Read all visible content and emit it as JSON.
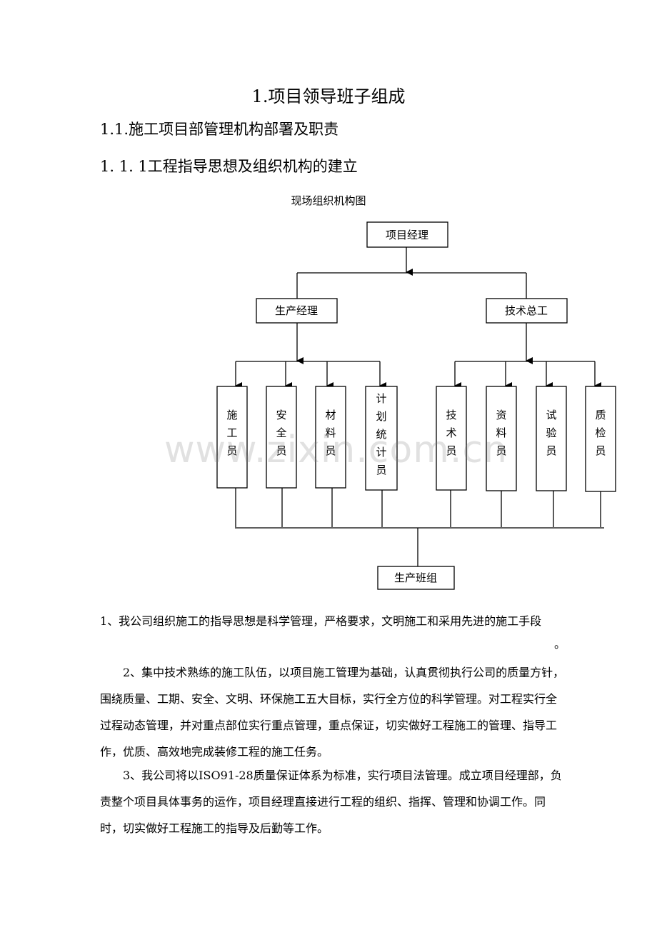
{
  "heading_1": "1.项目领导班子组成",
  "heading_2": "1.1.施工项目部管理机构部署及职责",
  "heading_3": "1. 1. 1工程指导思想及组织机构的建立",
  "diagram": {
    "caption": "现场组织机构图",
    "top": "项目经理",
    "left_manager": "生产经理",
    "right_manager": "技术总工",
    "left_roles": [
      [
        "施",
        "工",
        "员"
      ],
      [
        "安",
        "全",
        "员"
      ],
      [
        "材",
        "料",
        "员"
      ],
      [
        "计",
        "划",
        "统",
        "计",
        "员"
      ]
    ],
    "right_roles": [
      [
        "技",
        "术",
        "员"
      ],
      [
        "资",
        "料",
        "员"
      ],
      [
        "试",
        "验",
        "员"
      ],
      [
        "质",
        "检",
        "员"
      ]
    ],
    "bottom": "生产班组"
  },
  "watermark": "www.zixin.com.cn",
  "paragraphs": {
    "p1": "1、我公司组织施工的指导思想是科学管理，严格要求，文明施工和采用先进的施工手段",
    "p1_end": "。",
    "p2": "2、集中技术熟练的施工队伍，以项目施工管理为基础，认真贯彻执行公司的质量方针，围绕质量、工期、安全、文明、环保施工五大目标，实行全方位的科学管理。对工程实行全过程动态管理，并对重点部位实行重点管理，重点保证，切实做好工程施工的管理、指导工作，优质、高效地完成装修工程的施工任务。",
    "p3": "3、我公司将以ISO91-28质量保证体系为标准，实行项目法管理。成立项目经理部，负责整个项目具体事务的运作，项目经理直接进行工程的组织、指挥、管理和协调工作。同时，切实做好工程施工的指导及后勤等工作。"
  }
}
